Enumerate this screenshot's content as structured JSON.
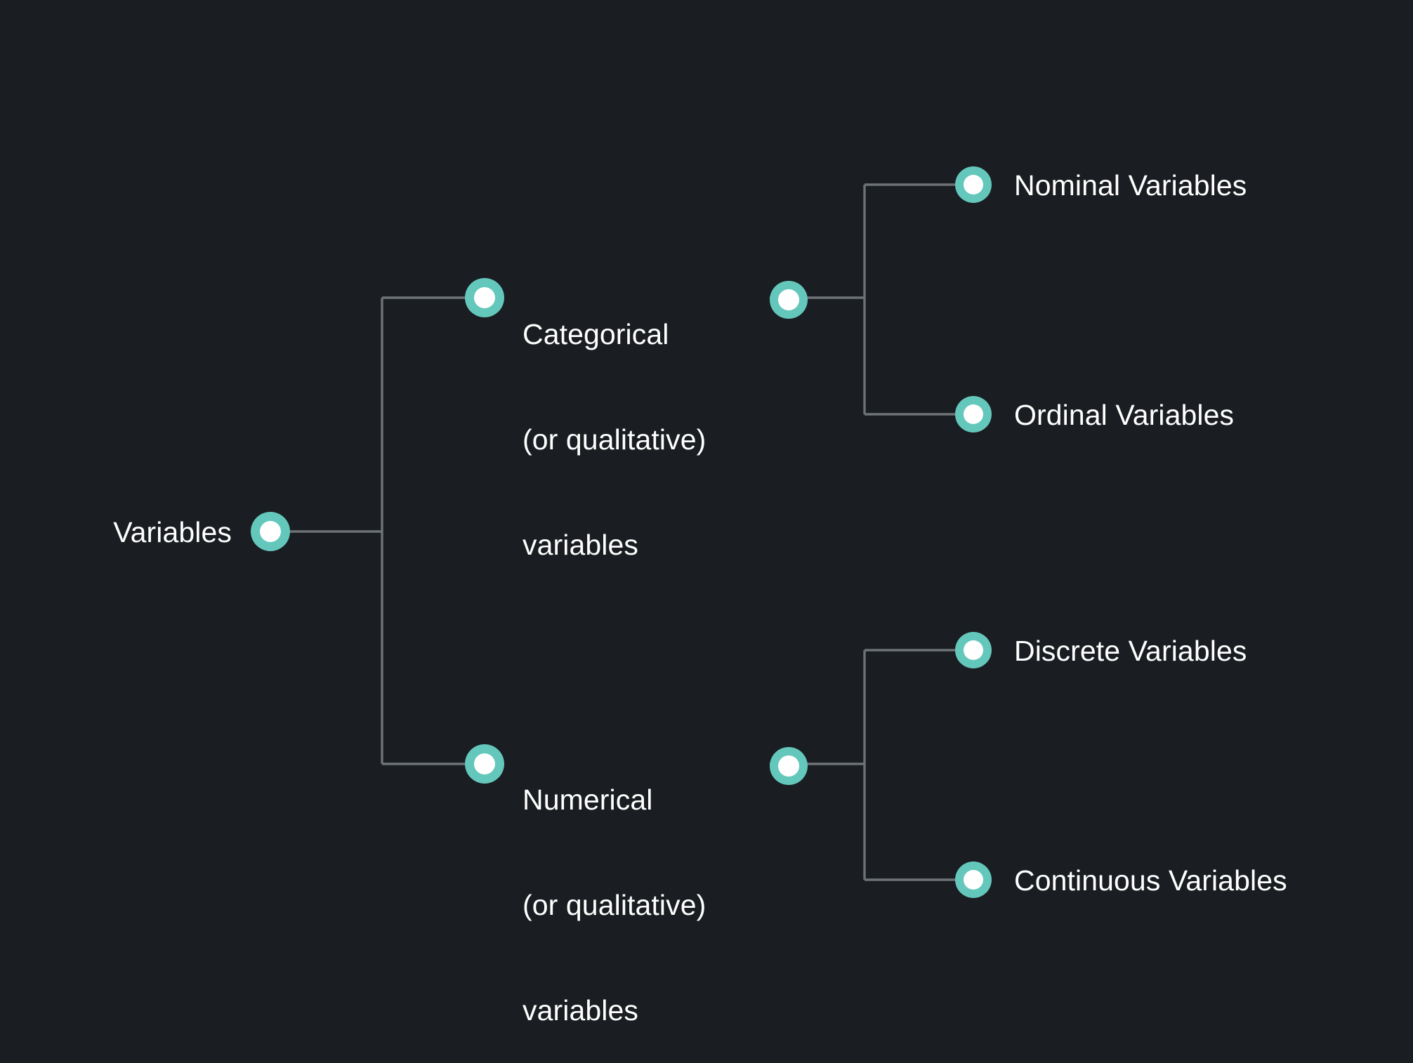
{
  "diagram": {
    "title": "Variables classification tree",
    "type": "tree",
    "background_color": "#1a1d21",
    "node_color": "#64c7bb",
    "node_inner_color": "#ffffff",
    "connector_color": "#6e7377",
    "text_color": "#ffffff"
  },
  "nodes": {
    "root": {
      "label": "Variables",
      "icon": "node-dot-icon"
    },
    "branches": [
      {
        "id": "categorical",
        "label": "Categorical\n(or qualitative)\nvariables",
        "line1": "Categorical",
        "line2": "(or qualitative)",
        "line3": "variables",
        "children": [
          {
            "id": "nominal",
            "label": "Nominal Variables"
          },
          {
            "id": "ordinal",
            "label": "Ordinal Variables"
          }
        ]
      },
      {
        "id": "numerical",
        "label": "Numerical\n(or qualitative)\nvariables",
        "line1": "Numerical",
        "line2": "(or qualitative)",
        "line3": "variables",
        "children": [
          {
            "id": "discrete",
            "label": "Discrete Variables"
          },
          {
            "id": "continuous",
            "label": "Continuous Variables"
          }
        ]
      }
    ]
  }
}
